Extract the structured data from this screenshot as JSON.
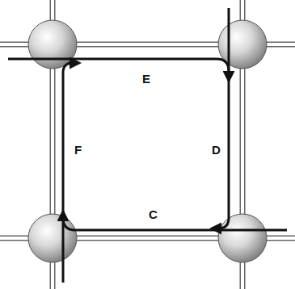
{
  "diagram": {
    "labels": [
      "E",
      "D",
      "C",
      "F"
    ]
  }
}
